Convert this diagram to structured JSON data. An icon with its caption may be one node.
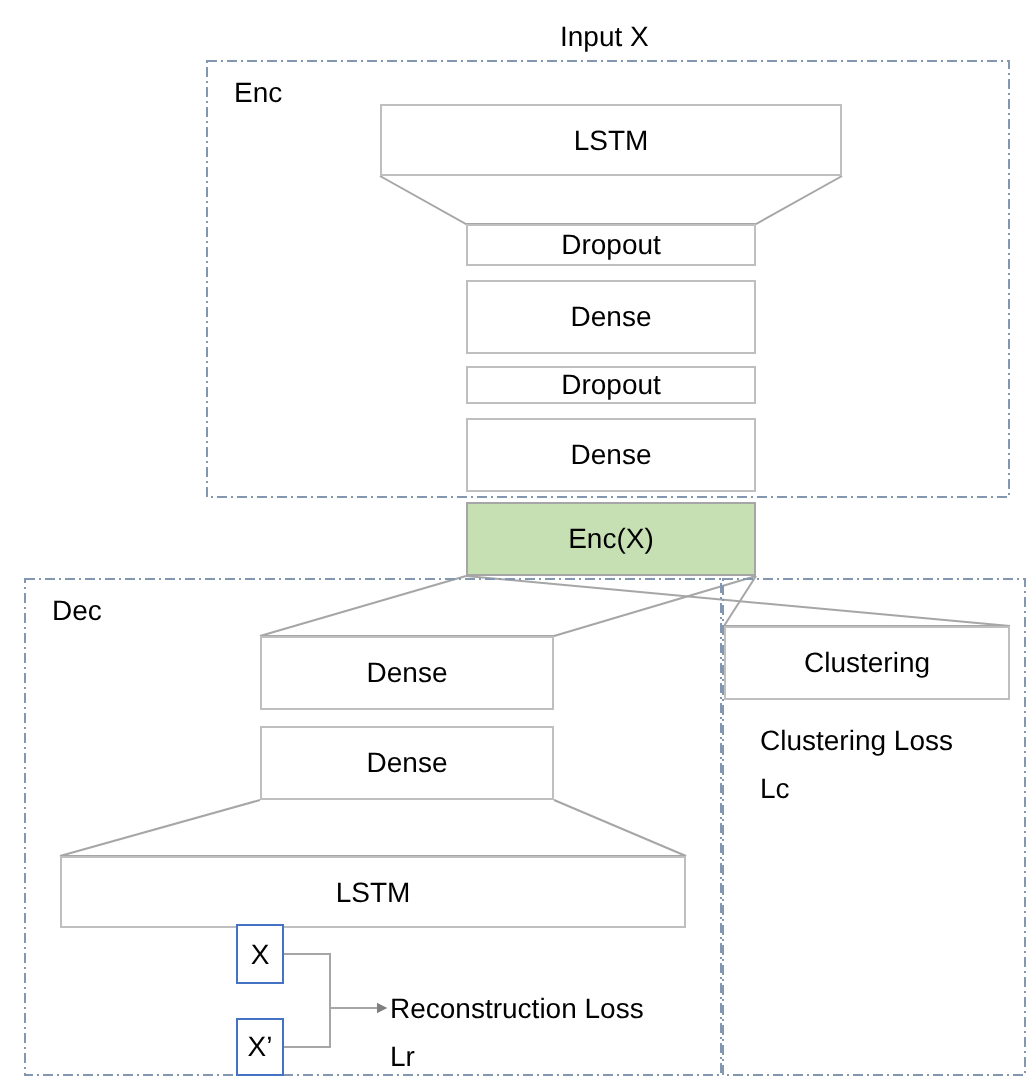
{
  "diagram": {
    "nodes": [
      {
        "text": [
          "Enc"
        ]
      },
      {
        "text": [
          "LSTM"
        ],
        "in": 0
      },
      {
        "text": [
          "Dropout"
        ],
        "in": 0
      },
      {
        "text": [
          "Dense"
        ],
        "in": 0
      },
      {
        "text": [
          "Dropout"
        ],
        "in": 0
      },
      {
        "text": [
          "Dense"
        ],
        "in": 0
      },
      {
        "text": [
          "Enc(X)"
        ]
      },
      {
        "text": [
          "Dec"
        ]
      },
      {
        "text": [
          "Dense"
        ],
        "in": 7
      },
      {
        "text": [
          "Dense"
        ],
        "in": 7
      },
      {
        "text": [
          "LSTM"
        ],
        "in": 7
      },
      {
        "text": [
          "X"
        ],
        "in": 7
      },
      {
        "text": [
          "X’"
        ],
        "in": 7
      },
      {
        "text": [
          "Reconstruction Loss Lr"
        ],
        "in": 7
      },
      {
        "text": [],
        "shape": "box"
      },
      {
        "text": [
          "Clustering"
        ],
        "in": 14,
        "beside": [
          "Clustering Loss Lc"
        ]
      }
    ],
    "edges": [
      {
        "from": 1,
        "to": 2,
        "arrow": "none"
      },
      {
        "from": 6,
        "to": 8,
        "arrow": "none"
      },
      {
        "from": 6,
        "to": 15,
        "arrow": "none"
      },
      {
        "from": 9,
        "to": 10,
        "arrow": "none"
      },
      {
        "from": 11,
        "to": 13,
        "arrow": "to"
      },
      {
        "from": 12,
        "to": 13,
        "arrow": "to"
      }
    ],
    "labels": [
      "Input X"
    ]
  }
}
